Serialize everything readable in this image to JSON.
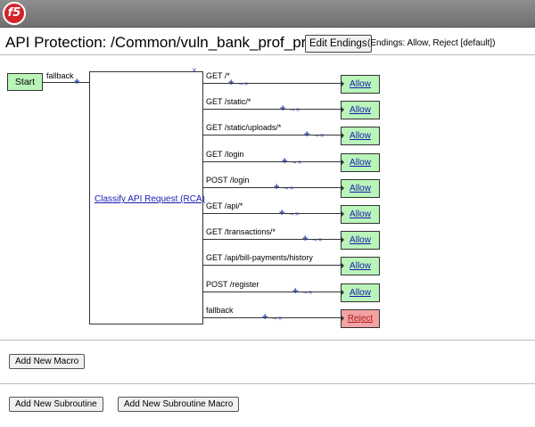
{
  "header": {
    "logo_text": "f5"
  },
  "title": {
    "text": "API Protection: /Common/vuln_bank_prof_prp",
    "edit_endings_label": "Edit Endings",
    "endings_note": "(Endings: Allow, Reject [default])"
  },
  "flow": {
    "start_label": "Start",
    "start_fallback_label": "fallback",
    "rca_label": "Classify API Request (RCA)",
    "close_glyph": "×",
    "plus_glyph": "+",
    "arrow_glyph": "→»",
    "branches": [
      {
        "label": "GET /*",
        "ending": "Allow",
        "type": "allow"
      },
      {
        "label": "GET /static/*",
        "ending": "Allow",
        "type": "allow"
      },
      {
        "label": "GET /static/uploads/*",
        "ending": "Allow",
        "type": "allow"
      },
      {
        "label": "GET /login",
        "ending": "Allow",
        "type": "allow"
      },
      {
        "label": "POST /login",
        "ending": "Allow",
        "type": "allow"
      },
      {
        "label": "GET /api/*",
        "ending": "Allow",
        "type": "allow"
      },
      {
        "label": "GET /transactions/*",
        "ending": "Allow",
        "type": "allow"
      },
      {
        "label": "GET /api/bill-payments/history",
        "ending": "Allow",
        "type": "allow"
      },
      {
        "label": "POST /register",
        "ending": "Allow",
        "type": "allow"
      },
      {
        "label": "fallback",
        "ending": "Reject",
        "type": "reject"
      }
    ]
  },
  "actions": {
    "add_macro": "Add New Macro",
    "add_subroutine": "Add New Subroutine",
    "add_subroutine_macro": "Add New Subroutine Macro"
  }
}
